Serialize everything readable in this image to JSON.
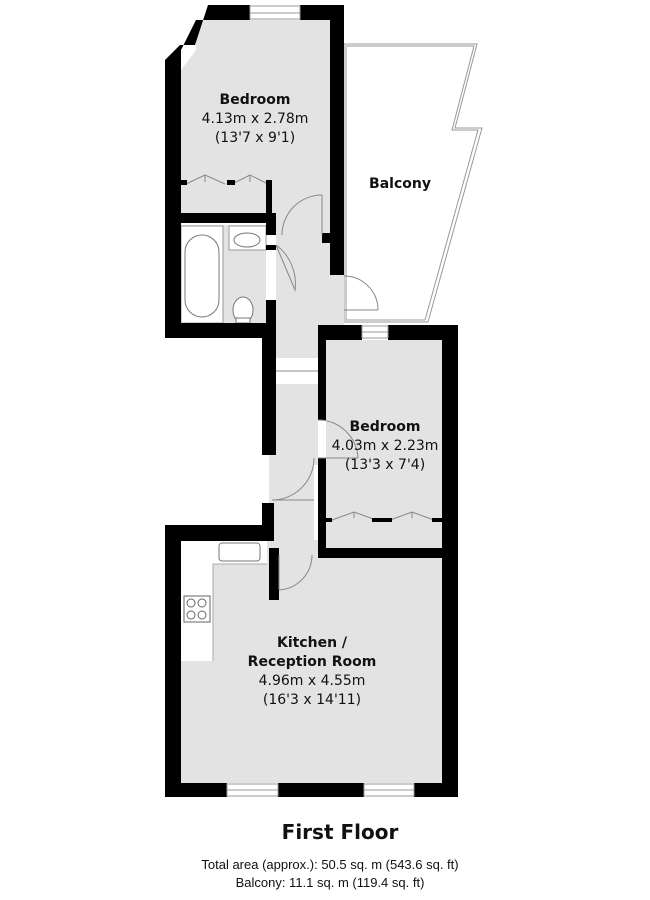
{
  "floor_plan": {
    "title": "First Floor",
    "colors": {
      "wall": "#000000",
      "floor": "#e3e3e3",
      "background": "#ffffff",
      "fixture_line": "#777777"
    },
    "rooms": [
      {
        "name": "Bedroom",
        "metric": "4.13m x 2.78m",
        "imperial": "(13'7 x 9'1)"
      },
      {
        "name": "Balcony"
      },
      {
        "name": "Bedroom",
        "metric": "4.03m x 2.23m",
        "imperial": "(13'3 x 7'4)"
      },
      {
        "name": "Kitchen /",
        "name2": "Reception Room",
        "metric": "4.96m x 4.55m",
        "imperial": "(16'3 x 14'11)"
      }
    ],
    "areas": {
      "total": "Total area (approx.): 50.5 sq. m (543.6 sq. ft)",
      "balcony": "Balcony: 11.1 sq. m (119.4 sq. ft)"
    }
  }
}
